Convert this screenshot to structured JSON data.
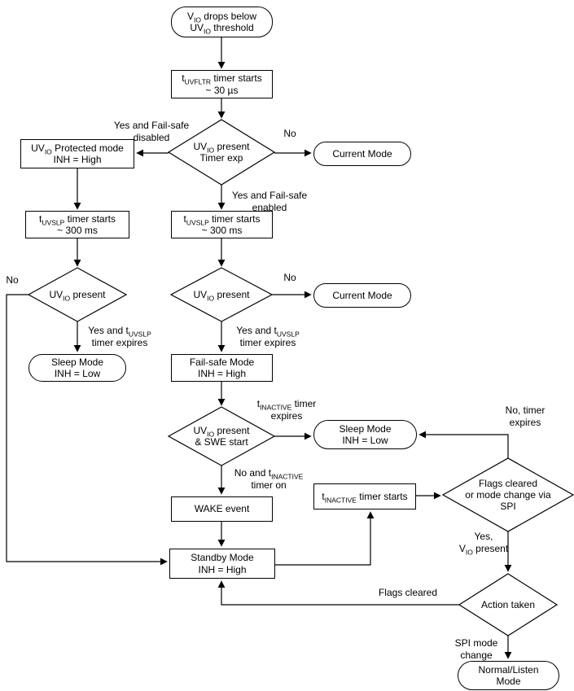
{
  "colors": {
    "stroke": "#000000",
    "background": "#ffffff",
    "text": "#000000"
  },
  "nodes": {
    "start": {
      "type": "terminator",
      "lines": [
        "V_{IO} drops below",
        "UV_{IO} threshold"
      ]
    },
    "uvfltr_timer": {
      "type": "process",
      "lines": [
        "t_{UVFLTR} timer starts",
        "~ 30 µs"
      ]
    },
    "uvio_present_timer": {
      "type": "decision",
      "lines": [
        "UV_{IO} present",
        "Timer exp"
      ]
    },
    "protected_mode": {
      "type": "process",
      "lines": [
        "UV_{IO} Protected mode",
        "INH = High"
      ]
    },
    "current_mode_1": {
      "type": "terminator",
      "lines": [
        "Current  Mode"
      ]
    },
    "uvslp_timer_left": {
      "type": "process",
      "lines": [
        "t_{UVSLP} timer starts",
        "~ 300 ms"
      ]
    },
    "uvslp_timer_center": {
      "type": "process",
      "lines": [
        "t_{UVSLP} timer starts",
        "~ 300 ms"
      ]
    },
    "uvio_present_left": {
      "type": "decision",
      "lines": [
        "UV_{IO} present"
      ]
    },
    "uvio_present_center": {
      "type": "decision",
      "lines": [
        "UV_{IO} present"
      ]
    },
    "current_mode_2": {
      "type": "terminator",
      "lines": [
        "Current  Mode"
      ]
    },
    "sleep_mode_left": {
      "type": "terminator",
      "lines": [
        "Sleep Mode",
        "INH = Low"
      ]
    },
    "failsafe_mode": {
      "type": "process",
      "lines": [
        "Fail-safe Mode",
        "INH = High"
      ]
    },
    "uvio_present_swe": {
      "type": "decision",
      "lines": [
        "UV_{IO} present",
        "& SWE start"
      ]
    },
    "sleep_mode_right": {
      "type": "terminator",
      "lines": [
        "Sleep Mode",
        "INH = Low"
      ]
    },
    "wake_event": {
      "type": "process",
      "lines": [
        "WAKE event"
      ]
    },
    "standby_mode": {
      "type": "process",
      "lines": [
        "Standby Mode",
        "INH = High"
      ]
    },
    "tinactive_timer": {
      "type": "process",
      "lines": [
        "t_{INACTIVE} timer starts"
      ]
    },
    "flags_cleared_spi": {
      "type": "decision",
      "lines": [
        "Flags cleared",
        "or mode change via",
        "SPI"
      ]
    },
    "action_taken": {
      "type": "decision",
      "lines": [
        "Action taken"
      ]
    },
    "normal_listen": {
      "type": "terminator",
      "lines": [
        "Normal/Listen",
        "Mode"
      ]
    }
  },
  "labels": {
    "yes_failsafe_disabled": [
      "Yes and Fail-safe",
      "disabled"
    ],
    "no_1": [
      "No"
    ],
    "yes_failsafe_enabled": [
      "Yes and Fail-safe",
      "enabled"
    ],
    "no_left": [
      "No"
    ],
    "yes_uvslp_expires_left": [
      "Yes and t_{UVSLP}",
      "timer expires"
    ],
    "no_2": [
      "No"
    ],
    "yes_uvslp_expires_mid": [
      "Yes and t_{UVSLP}",
      "timer expires"
    ],
    "tinactive_expires": [
      "t_{INACTIVE} timer",
      "expires"
    ],
    "no_tinactive_on": [
      "No and t_{INACTIVE}",
      "timer on"
    ],
    "no_timer_expires": [
      "No, timer",
      "expires"
    ],
    "yes_vio_present": [
      "Yes,",
      "V_{IO} present"
    ],
    "flags_cleared": [
      "Flags cleared"
    ],
    "spi_mode_change": [
      "SPI mode",
      "change"
    ]
  }
}
